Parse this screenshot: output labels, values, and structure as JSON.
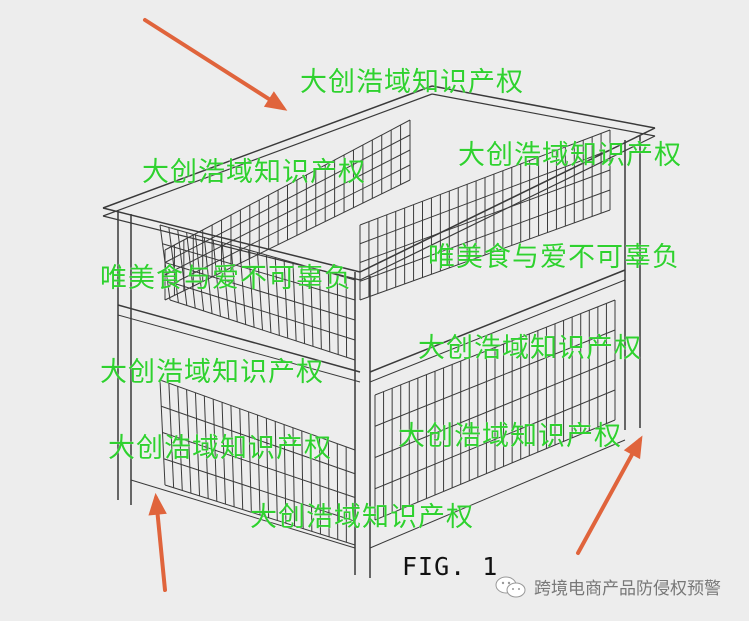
{
  "figure_label": "FIG. 1",
  "watermarks": [
    "大创浩域知识产权",
    "大创浩域知识产权",
    "大创浩域知识产权",
    "唯美食与爱不可辜负",
    "唯美食与爱不可辜负",
    "大创浩域知识产权",
    "大创浩域知识产权",
    "大创浩域知识产权",
    "大创浩域知识产权",
    "大创浩域知识产权"
  ],
  "brand": {
    "icon": "wechat-icon",
    "text": "跨境电商产品防侵权预警"
  },
  "colors": {
    "watermark": "#2fd12f",
    "arrow": "#e0643c",
    "line": "#333333",
    "background": "#ededed"
  }
}
